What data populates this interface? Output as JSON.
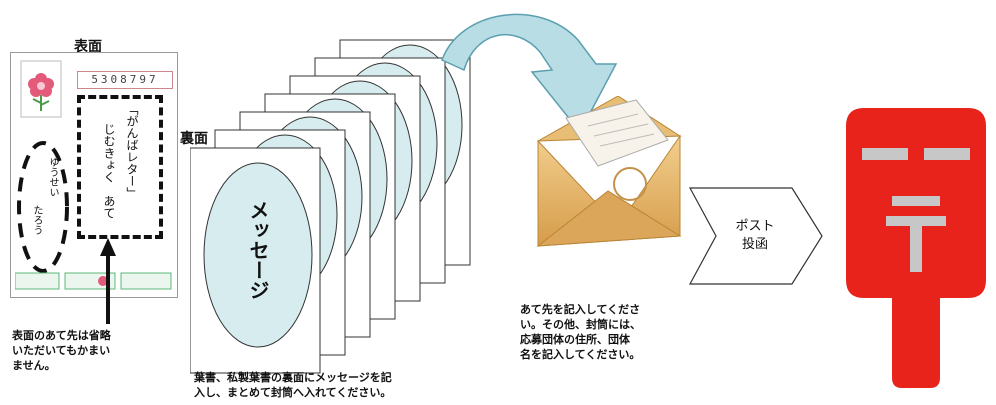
{
  "front": {
    "heading": "表面",
    "postal_code": "5308797",
    "addressee_line1": "「がんばレター」",
    "addressee_line2": "じむきょく　あて",
    "sender_line1": "ゆうせい",
    "sender_line2": "たろう"
  },
  "back": {
    "heading": "裏面",
    "message": "メッセージ"
  },
  "post_step": {
    "line1": "ポスト",
    "line2": "投函"
  },
  "captions": {
    "front_note": [
      "表面のあて先は省略",
      "いただいてもかまい",
      "ません。"
    ],
    "cards_note": [
      "葉書、私製葉書の裏面にメッセージを記",
      "入し、まとめて封筒へ入れてください。"
    ],
    "envelope_note": [
      "あて先を記入してくださ",
      "い。その他、封筒には、",
      "応募団体の住所、団体",
      "名を記入してください。"
    ]
  },
  "colors": {
    "postbox_red": "#e8231c",
    "oval_fill": "#d6ecee",
    "arrow_fill": "#b9dde5",
    "envelope": "#e0b26a"
  }
}
